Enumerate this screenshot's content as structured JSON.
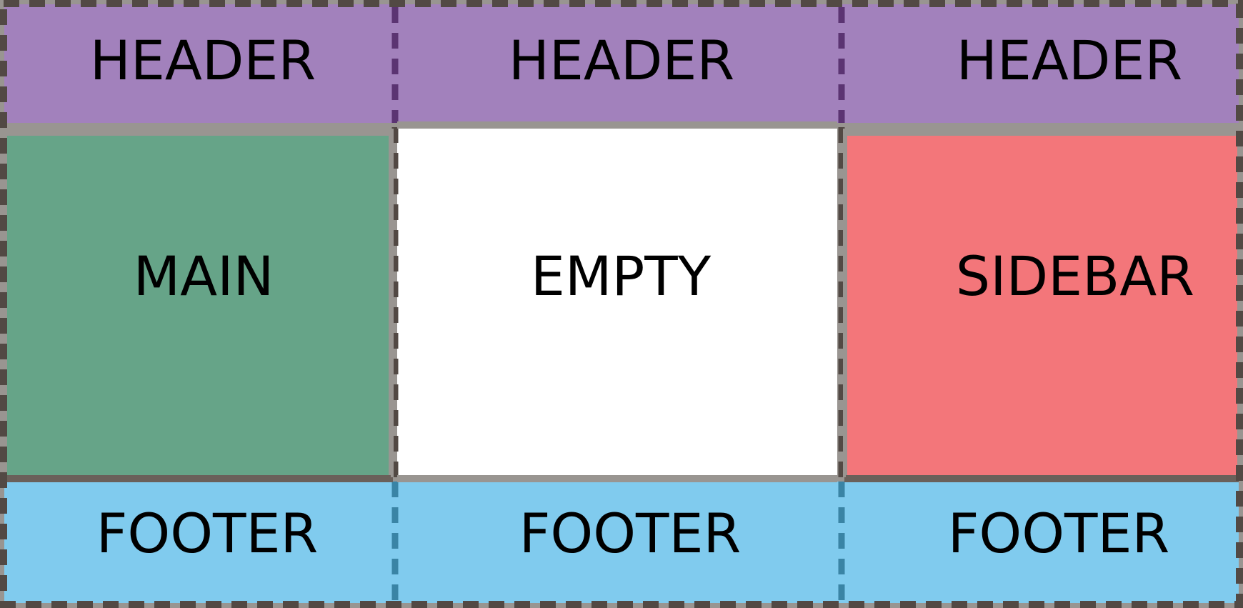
{
  "grid": {
    "header_labels": [
      "HEADER",
      "HEADER",
      "HEADER"
    ],
    "main_label": "MAIN",
    "empty_label": "EMPTY",
    "sidebar_label": "SIDEBAR",
    "footer_labels": [
      "FOOTER",
      "FOOTER",
      "FOOTER"
    ]
  },
  "colors": {
    "header": "#a281bc",
    "header_line": "#5b3472",
    "gap": "#999591",
    "main": "#66a488",
    "empty": "#ffffff",
    "sidebar": "#f3767a",
    "footer": "#80cbee",
    "footer_line": "#3a84a5",
    "outline": "#524944"
  }
}
